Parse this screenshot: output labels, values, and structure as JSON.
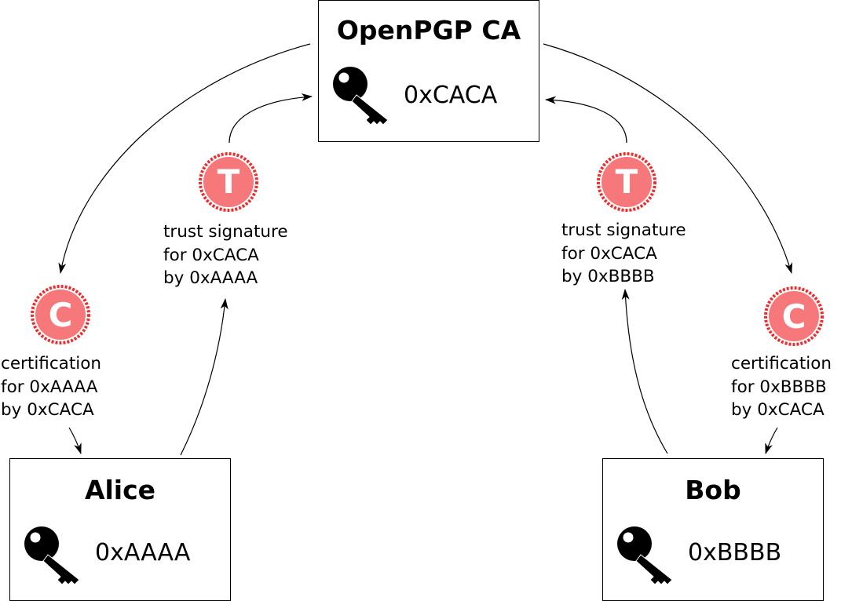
{
  "ca": {
    "title": "OpenPGP CA",
    "key_id": "0xCACA",
    "icon": "key-icon"
  },
  "alice": {
    "title": "Alice",
    "key_id": "0xAAAA",
    "icon": "key-icon"
  },
  "bob": {
    "title": "Bob",
    "key_id": "0xBBBB",
    "icon": "key-icon"
  },
  "badges": {
    "trust_letter": "T",
    "certification_letter": "C",
    "color": "#f7787a",
    "ring_color": "#ee2c2c"
  },
  "labels": {
    "alice_trust": [
      "trust signature",
      "for 0xCACA",
      "by 0xAAAA"
    ],
    "bob_trust": [
      "trust signature",
      "for 0xCACA",
      "by 0xBBBB"
    ],
    "alice_cert": [
      "certification",
      "for 0xAAAA",
      "by 0xCACA"
    ],
    "bob_cert": [
      "certification",
      "for 0xBBBB",
      "by 0xCACA"
    ]
  }
}
